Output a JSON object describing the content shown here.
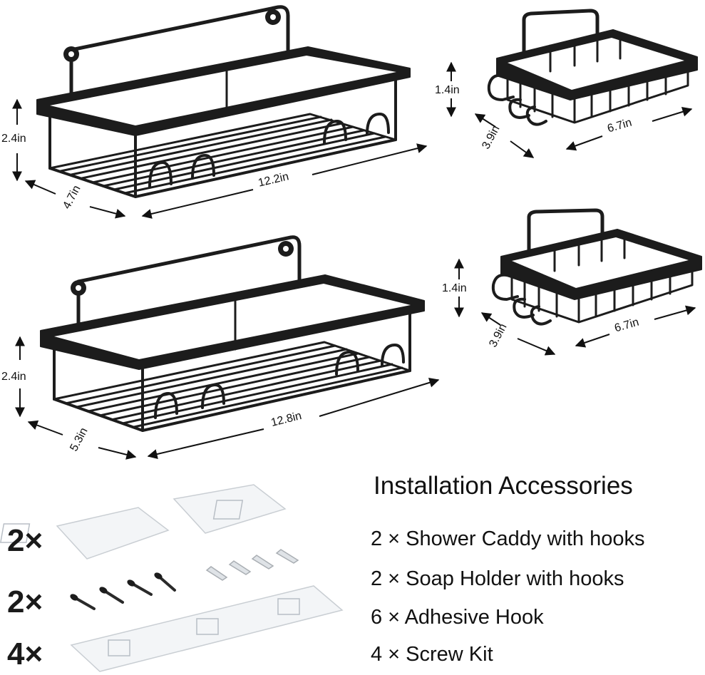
{
  "colors": {
    "metal": "#1c1c1c",
    "metal_edge": "#3a3a3a",
    "plate": "#f3f5f7",
    "plate_edge": "#c9ced3"
  },
  "products": {
    "caddy_1": {
      "height": "2.4in",
      "depth": "4.7in",
      "width": "12.2in"
    },
    "soap_1": {
      "height": "1.4in",
      "depth": "3.9in",
      "width": "6.7in"
    },
    "caddy_2": {
      "height": "2.4in",
      "depth": "5.3in",
      "width": "12.8in"
    },
    "soap_2": {
      "height": "1.4in",
      "depth": "3.9in",
      "width": "6.7in"
    }
  },
  "accessories": {
    "title": "Installation Accessories",
    "items": [
      "2 × Shower Caddy with hooks",
      "2 × Soap Holder with hooks",
      "6 × Adhesive Hook",
      "4 × Screw Kit"
    ],
    "quantities": [
      "2×",
      "2×",
      "4×"
    ]
  },
  "icons": [
    "shower-caddy-illustration",
    "soap-holder-illustration",
    "adhesive-plate-icon",
    "screw-icon",
    "wall-anchor-icon"
  ]
}
